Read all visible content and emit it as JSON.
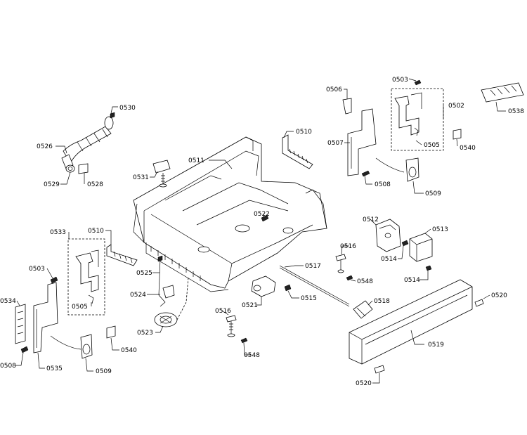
{
  "diagram": {
    "labels": {
      "p0530": "0530",
      "p0526": "0526",
      "p0529": "0529",
      "p0528": "0528",
      "p0531": "0531",
      "p0511": "0511",
      "p0510_top": "0510",
      "p0506": "0506",
      "p0507": "0507",
      "p0503_top": "0503",
      "p0502": "0502",
      "p0505_top": "0505",
      "p0538": "0538",
      "p0540_top": "0540",
      "p0508_top": "0508",
      "p0509_top": "0509",
      "p0522": "0522",
      "p0533": "0533",
      "p0510_left": "0510",
      "p0503_left": "0503",
      "p0505_left": "0505",
      "p0534": "0534",
      "p0508_left": "0508",
      "p0535": "0535",
      "p0509_left": "0509",
      "p0540_left": "0540",
      "p0525": "0525",
      "p0524": "0524",
      "p0523": "0523",
      "p0516_top": "0516",
      "p0548_top": "0548",
      "p0517": "0517",
      "p0521": "0521",
      "p0515": "0515",
      "p0512": "0512",
      "p0513": "0513",
      "p0514_a": "0514",
      "p0514_b": "0514",
      "p0518": "0518",
      "p0516_bottom": "0516",
      "p0548_bottom": "0548",
      "p0519": "0519",
      "p0520_right": "0520",
      "p0520_bottom": "0520"
    }
  }
}
